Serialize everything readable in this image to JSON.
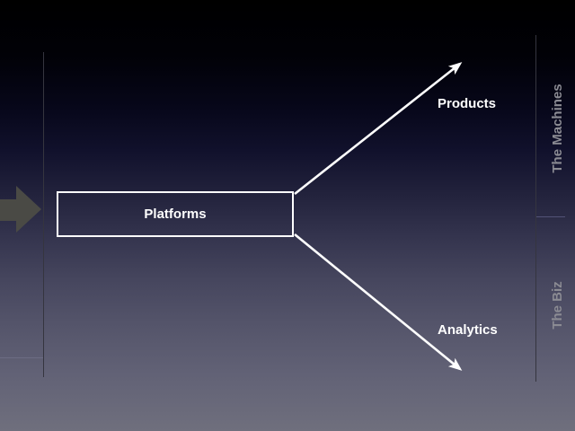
{
  "slide": {
    "platform_box": {
      "label": "Platforms"
    },
    "labels": {
      "products": "Products",
      "analytics": "Analytics",
      "machines_axis": "The Machines",
      "biz_axis": "The Biz"
    }
  },
  "diagram": {
    "type": "branching-flow",
    "nodes": [
      "Platforms",
      "Products",
      "Analytics"
    ],
    "edges": [
      {
        "from": "offscreen-left",
        "to": "Platforms",
        "style": "thick-gray-arrow"
      },
      {
        "from": "Platforms",
        "to": "Products",
        "style": "white-arrow",
        "direction": "up-right"
      },
      {
        "from": "Platforms",
        "to": "Analytics",
        "style": "white-arrow",
        "direction": "down-right"
      }
    ],
    "side_annotations": [
      {
        "text": "The Machines",
        "region": "upper-right",
        "orientation": "vertical-bottom-to-top"
      },
      {
        "text": "The Biz",
        "region": "lower-right",
        "orientation": "vertical-bottom-to-top"
      }
    ]
  },
  "colors": {
    "background_top": "#000000",
    "background_bottom": "#6f6f7d",
    "node_border": "#ffffff",
    "label_text": "#ffffff",
    "side_label_text": "#8b8b93",
    "incoming_arrow_gray": "#4a4a45",
    "guide_line": "#35353f",
    "arrow_white": "#ffffff"
  }
}
